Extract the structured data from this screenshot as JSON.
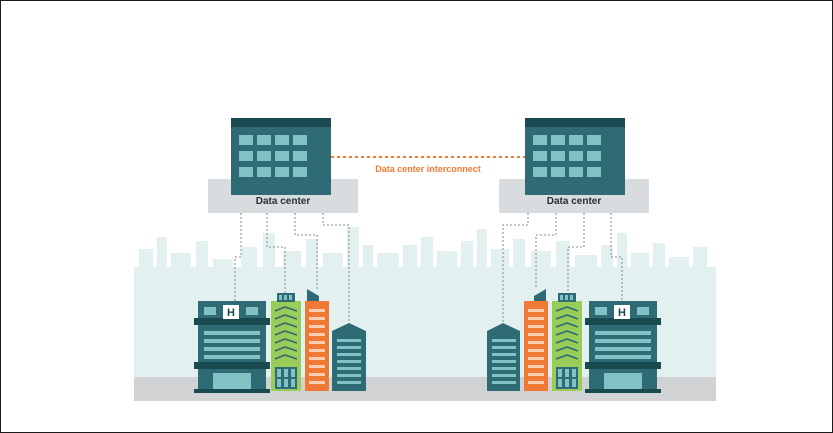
{
  "diagram": {
    "left_datacenter_label": "Data center",
    "right_datacenter_label": "Data center",
    "interconnect_label": "Data center interconnect",
    "hospital_sign": "H"
  },
  "colors": {
    "teal_dark": "#2f6b74",
    "teal_roof": "#184a50",
    "window_teal": "#82c2c4",
    "platform_gray": "#d9dcde",
    "skyline": "#e3f0f0",
    "ground": "#d0d2d4",
    "green": "#9acc5a",
    "orange": "#f07a35",
    "connector": "#7f8b91"
  }
}
